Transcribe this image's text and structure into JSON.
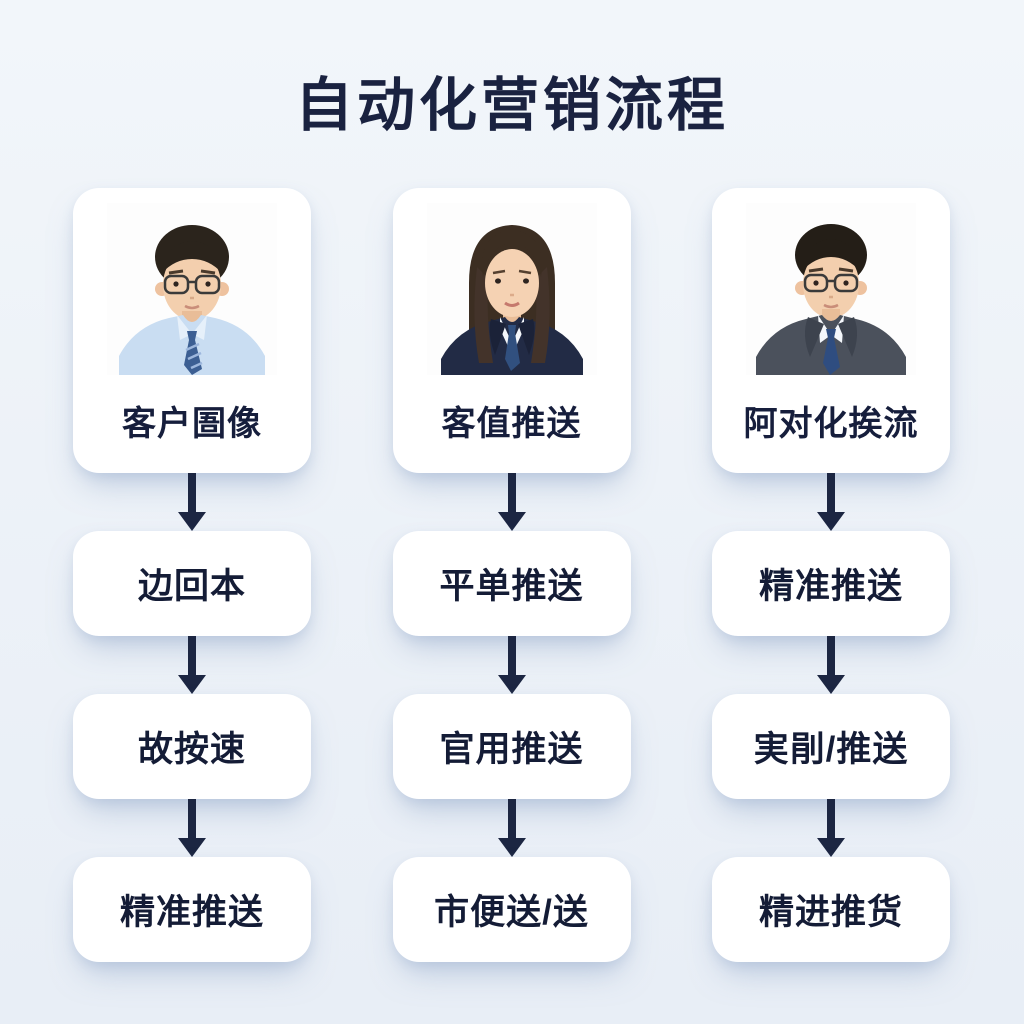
{
  "page": {
    "title": "自动化营销流程"
  },
  "columns": [
    {
      "persona": {
        "label": "客户圄像",
        "avatar_icon": "man-glasses-light-blue-shirt-portrait"
      },
      "steps": [
        "边回本",
        "故按速",
        "精准推送"
      ]
    },
    {
      "persona": {
        "label": "客值推送",
        "avatar_icon": "woman-long-hair-navy-suit-portrait"
      },
      "steps": [
        "平单推送",
        "官用推送",
        "市便送/送"
      ]
    },
    {
      "persona": {
        "label": "阿对化挨流",
        "avatar_icon": "man-glasses-gray-suit-portrait"
      },
      "steps": [
        "精准推送",
        "実剈/推送",
        "精进推货"
      ]
    }
  ],
  "icons": {
    "connector": "down-arrow"
  },
  "colors": {
    "background_top": "#f2f6fa",
    "background_bottom": "#e8eef6",
    "card": "#ffffff",
    "title_text": "#1a2240",
    "step_text": "#141c36",
    "arrow": "#1c2642",
    "shadow": "#8fa5c7"
  }
}
